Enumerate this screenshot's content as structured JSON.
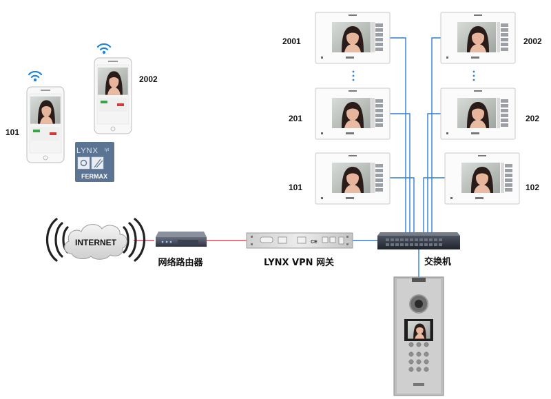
{
  "labels": {
    "phone_101": "101",
    "phone_2002": "2002",
    "monitor_2001": "2001",
    "monitor_2002": "2002",
    "monitor_201": "201",
    "monitor_202": "202",
    "monitor_101": "101",
    "monitor_102": "102",
    "cloud": "INTERNET",
    "router": "网络路由器",
    "gateway": "LYNX VPN 网关",
    "switch": "交换机"
  },
  "app_badge": {
    "lynx_text": "LYNX",
    "lynx_sup": "lyt",
    "brand_text": "FERMAX"
  },
  "gateway_panel": {
    "ce_mark": "CE"
  },
  "colors": {
    "wifi": "#1d84d8",
    "line_blue": "#2d7fd6",
    "line_red": "#d9233a",
    "badge_bg": "#5b7494"
  }
}
